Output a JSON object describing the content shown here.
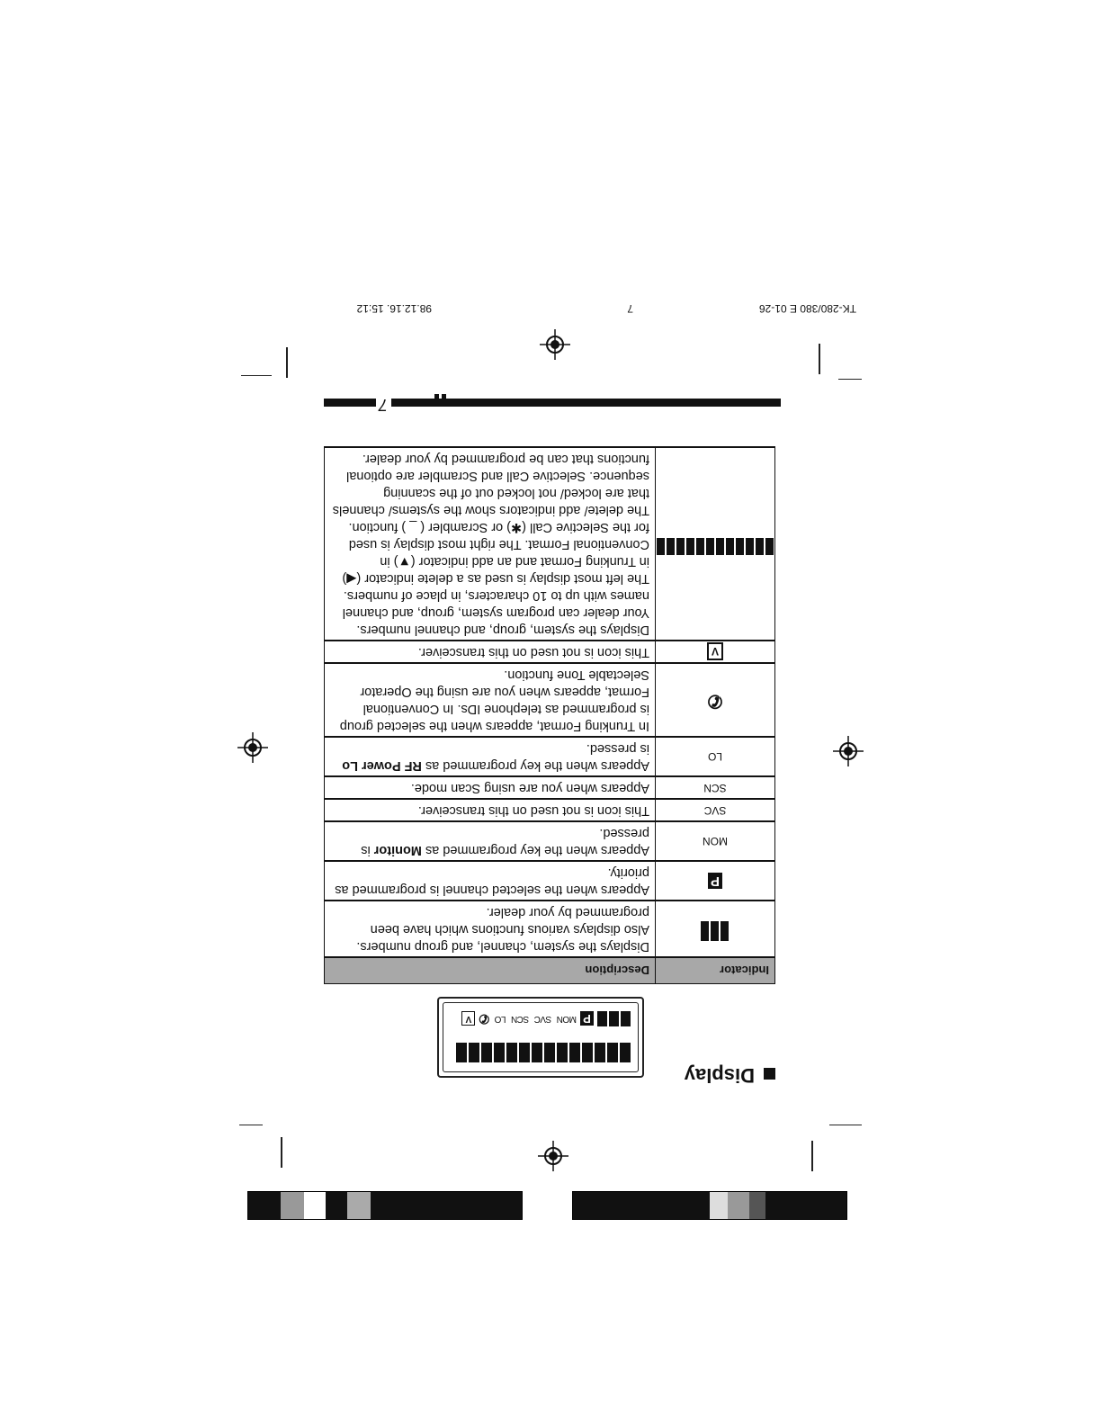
{
  "print_header": {
    "doc_id": "TK-280/380 E 01-26",
    "page": "7",
    "timestamp": "98.12.16. 15:12"
  },
  "section": {
    "title": "Display"
  },
  "lcd": {
    "labels": [
      "MON",
      "SVC",
      "SCN",
      "LO"
    ],
    "priority_glyph": "P",
    "phone_icon": "phone-icon",
    "v_glyph": "V"
  },
  "table": {
    "headers": [
      "Indicator",
      "Description"
    ],
    "rows": [
      {
        "indicator_type": "segments",
        "description_plain": "Displays the system, channel, and group numbers.  Also displays various functions which have been programmed by your dealer."
      },
      {
        "indicator_type": "priority",
        "indicator": "P",
        "description_plain": "Appears when the selected channel is programmed as priority."
      },
      {
        "indicator_type": "text",
        "indicator": "MON",
        "description_pre": "Appears when the key programmed as ",
        "description_bold": "Monitor",
        "description_post": " is pressed."
      },
      {
        "indicator_type": "text",
        "indicator": "SVC",
        "description_plain": "This icon is not used on this transceiver."
      },
      {
        "indicator_type": "text",
        "indicator": "SCN",
        "description_plain": "Appears when you are using Scan mode."
      },
      {
        "indicator_type": "text",
        "indicator": "LO",
        "description_pre": "Appears when the key programmed as ",
        "description_bold": "RF Power Lo",
        "description_post": " is pressed."
      },
      {
        "indicator_type": "phone",
        "description_plain": "In Trunking Format, appears when the selected group is programmed as telephone IDs.  In Conventional Format, appears when you are using the Operator Selectable Tone function."
      },
      {
        "indicator_type": "v",
        "indicator": "V",
        "description_plain": "This icon is not used on this transceiver."
      },
      {
        "indicator_type": "long-segments",
        "description_plain": "Displays the system, group, and channel numbers.  Your dealer can program system, group, and channel names with up to 10 characters, in place of numbers.  The left most display is used as a delete indicator (◀) in Trunking Format and an add indicator (▼) in Conventional Format.  The right most display is used for the Selective Call (✱) or Scrambler ( _ ) function.  The delete/ add indicators show the systems/ channels that are locked/ not locked out of the scanning sequence.  Selective Call and Scrambler are optional functions that can be programmed by your dealer."
      }
    ]
  },
  "footer": {
    "page_number": "7"
  }
}
